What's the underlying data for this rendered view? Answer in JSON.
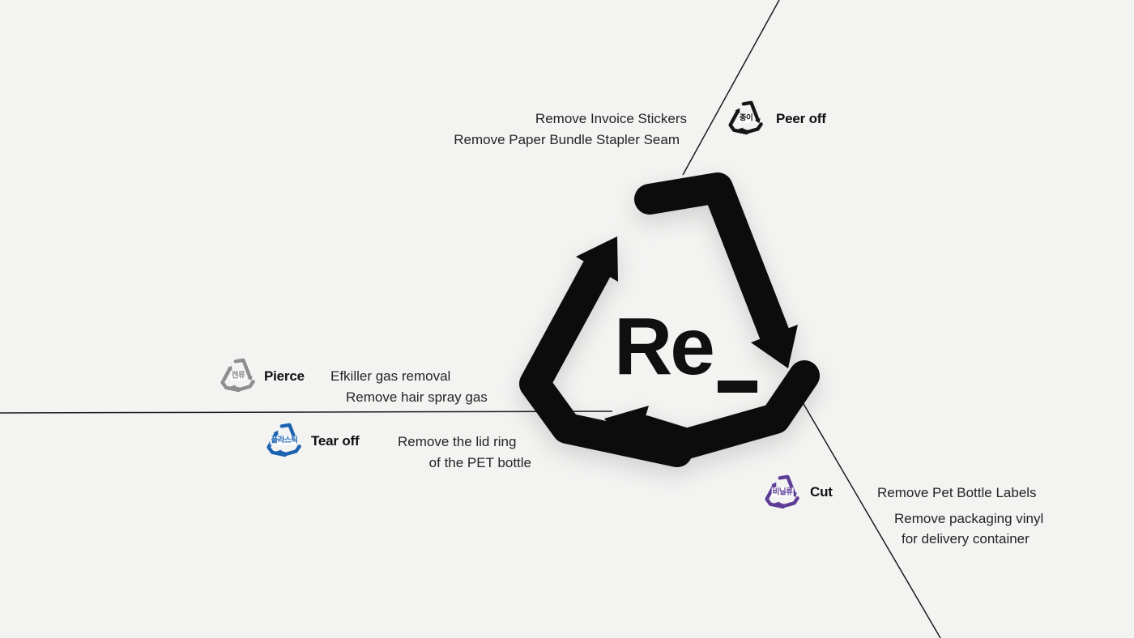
{
  "background_color": "#f3f3f2",
  "logo": {
    "text": "Re",
    "underscore": "_",
    "color": "#0c0c0c"
  },
  "annotations": {
    "paper": {
      "action": "Peer off",
      "material": "종이",
      "color": "#161616",
      "lines": [
        "Remove Invoice Stickers",
        "Remove Paper Bundle Stapler Seam"
      ]
    },
    "can": {
      "action": "Pierce",
      "material": "캔류",
      "color": "#8d8d8d",
      "lines": [
        "Efkiller gas removal",
        "Remove hair spray gas"
      ]
    },
    "plastic": {
      "action": "Tear off",
      "material": "플라스틱",
      "color": "#1b63b0",
      "lines": [
        "Remove the lid ring",
        "of the PET bottle"
      ]
    },
    "vinyl": {
      "action": "Cut",
      "material": "비닐류",
      "color": "#5e3c96",
      "lines": [
        "Remove Pet Bottle Labels",
        "Remove packaging vinyl",
        "for delivery container"
      ]
    }
  },
  "line_color": "#1c1c1c"
}
